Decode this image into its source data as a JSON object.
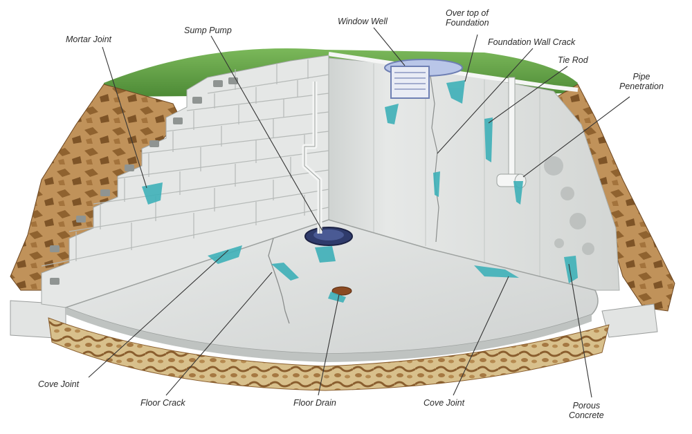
{
  "labels": {
    "mortar_joint": "Mortar Joint",
    "sump_pump": "Sump Pump",
    "window_well": "Window Well",
    "over_top_line1": "Over top of",
    "over_top_line2": "Foundation",
    "foundation_wall_crack": "Foundation Wall Crack",
    "tie_rod": "Tie Rod",
    "pipe_penetration_line1": "Pipe",
    "pipe_penetration_line2": "Penetration",
    "cove_joint_left": "Cove Joint",
    "floor_crack": "Floor Crack",
    "floor_drain": "Floor Drain",
    "cove_joint_right": "Cove Joint",
    "porous_concrete_line1": "Porous",
    "porous_concrete_line2": "Concrete"
  },
  "colors": {
    "grass": "#6fa84e",
    "soil": "#b98a4e",
    "soil_dark": "#8a5e2e",
    "block": "#e6e8e6",
    "mortar": "#b9bcbc",
    "poured_wall": "#dfe2e0",
    "floor": "#dcdedd",
    "gravel": "#c9b48a",
    "leak": "#3eb0b8",
    "pipe": "#f2f4f3",
    "leader": "#333333"
  }
}
